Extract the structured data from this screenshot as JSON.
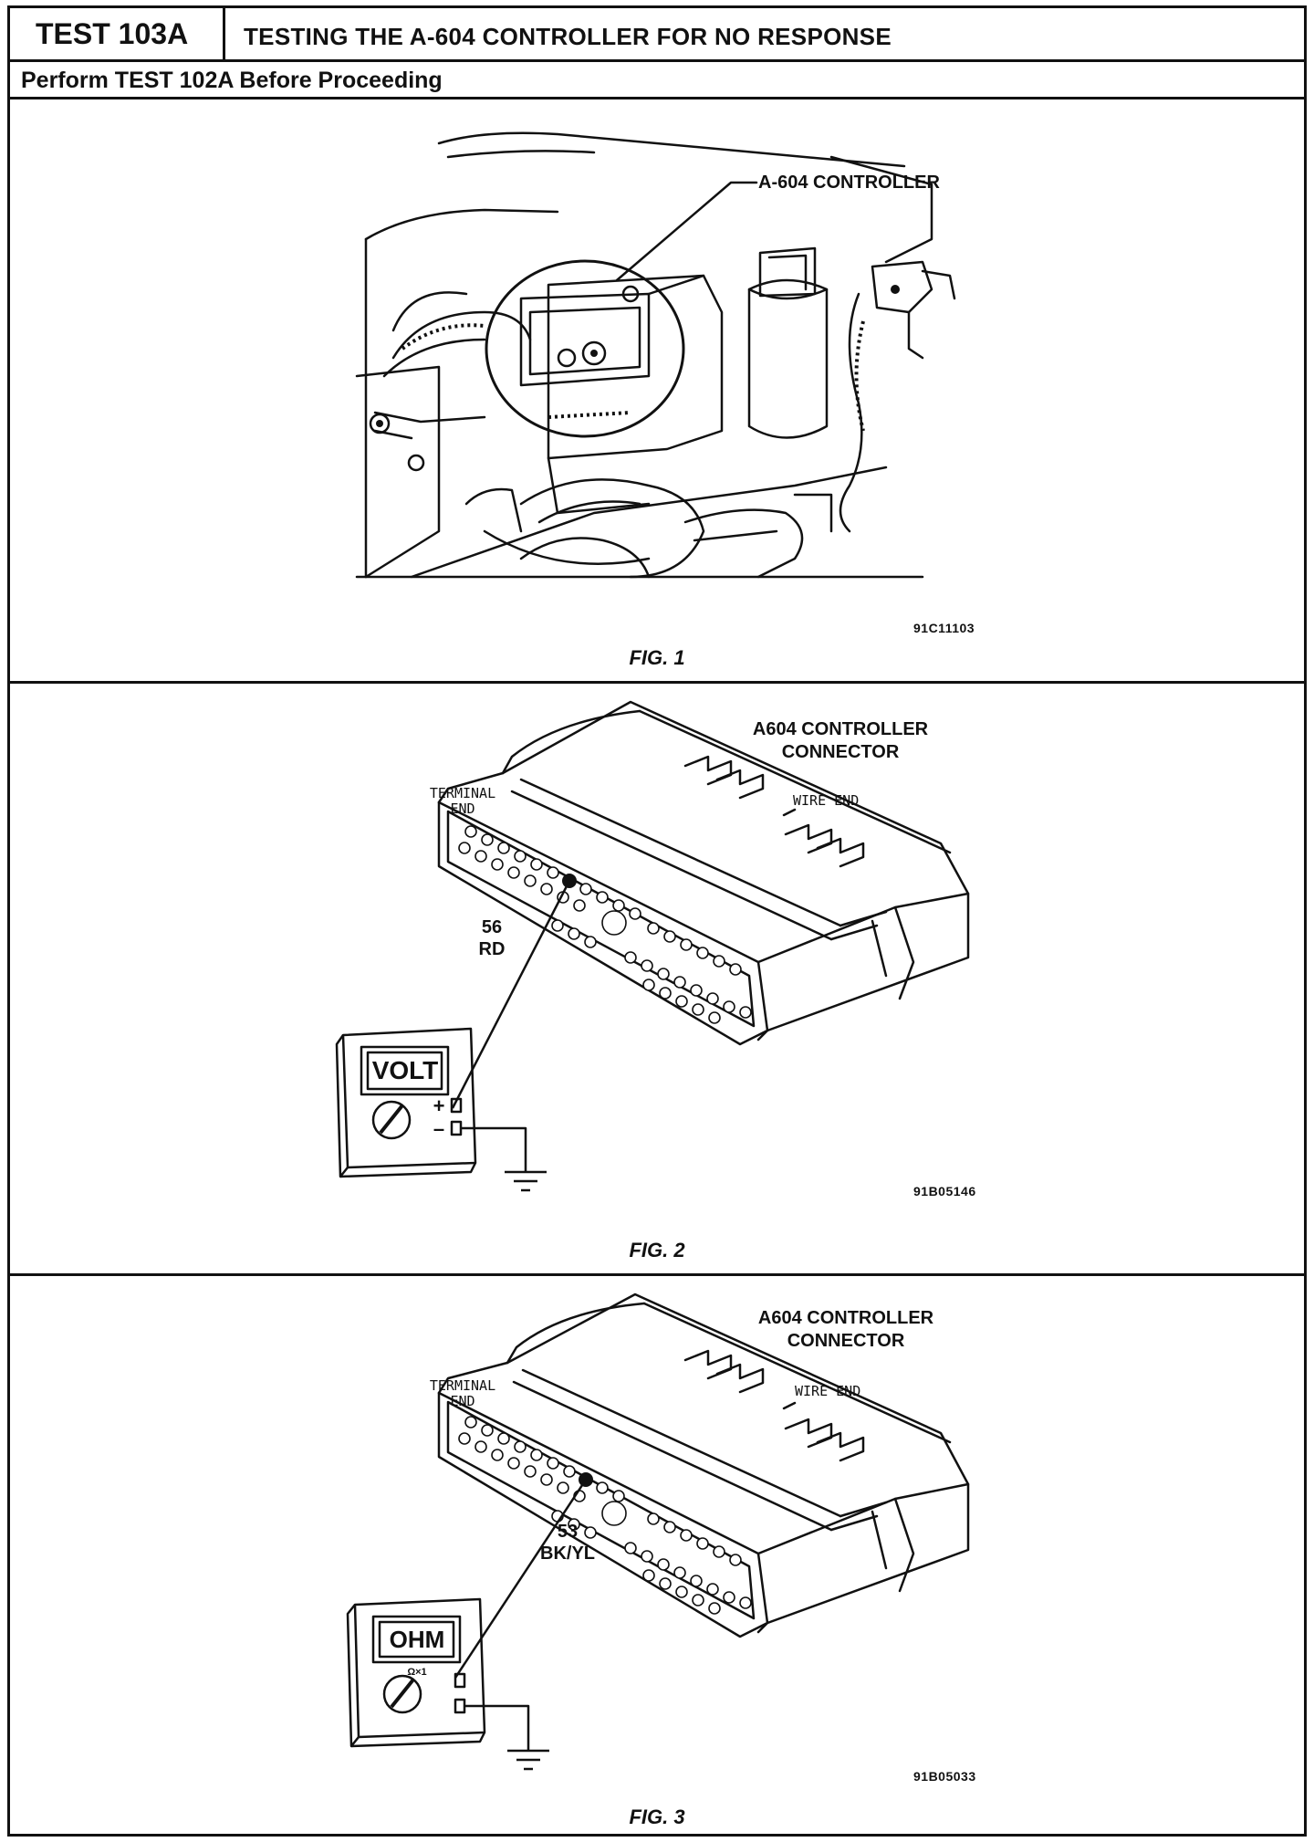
{
  "header": {
    "test_id": "TEST 103A",
    "title": "TESTING THE A-604 CONTROLLER FOR NO RESPONSE",
    "prerequisite": "Perform TEST 102A Before Proceeding"
  },
  "figures": [
    {
      "caption": "FIG. 1",
      "ref_code": "91C11103",
      "callout": "A-604 CONTROLLER"
    },
    {
      "caption": "FIG. 2",
      "ref_code": "91B05146",
      "callout_line1": "A604 CONTROLLER",
      "callout_line2": "CONNECTOR",
      "terminal_end_line1": "TERMINAL",
      "terminal_end_line2": "END",
      "wire_end": "WIRE END",
      "wire_number": "56",
      "wire_color": "RD",
      "meter_display": "VOLT",
      "meter_plus": "+",
      "meter_minus": "–"
    },
    {
      "caption": "FIG. 3",
      "ref_code": "91B05033",
      "callout_line1": "A604 CONTROLLER",
      "callout_line2": "CONNECTOR",
      "terminal_end_line1": "TERMINAL",
      "terminal_end_line2": "END",
      "wire_end": "WIRE END",
      "wire_number": "53",
      "wire_color": "BK/YL",
      "meter_display": "OHM",
      "meter_range": "Ω×1"
    }
  ]
}
